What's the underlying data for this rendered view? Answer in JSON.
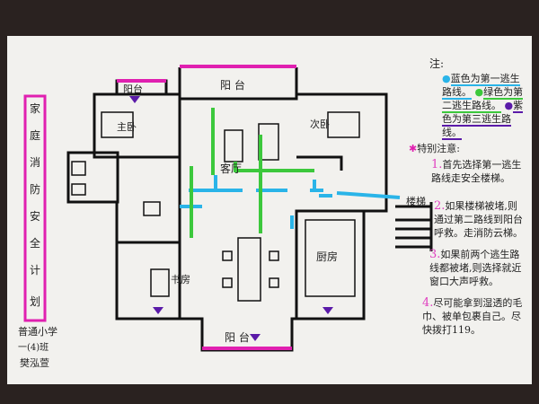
{
  "title_chars": [
    "家",
    "庭",
    "消",
    "防",
    "安",
    "全",
    "计",
    "划"
  ],
  "author": {
    "school": "普通小学",
    "class": "一(4)班",
    "name": "樊泓萱"
  },
  "rooms": {
    "balcony_top_left": "阳台",
    "balcony_top": "阳 台",
    "master_bedroom": "主卧",
    "second_bedroom": "次卧",
    "living_room": "客厅",
    "study": "书房",
    "kitchen": "厨房",
    "stairs": "楼梯",
    "balcony_bottom": "阳 台"
  },
  "legend": {
    "heading": "注:",
    "blue": "蓝色为第一逃生路线。",
    "green": "绿色为第二逃生路线。",
    "purple": "紫色为第三逃生路线。"
  },
  "notes": {
    "heading": "特别注意:",
    "items": [
      {
        "num": "1.",
        "text": "首先选择第一逃生路线走安全楼梯。"
      },
      {
        "num": "2.",
        "text": "如果楼梯被堵,则通过第二路线到阳台呼救。走消防云梯。"
      },
      {
        "num": "3.",
        "text": "如果前两个逃生路线都被堵,则选择就近窗口大声呼救。"
      },
      {
        "num": "4.",
        "text": "尽可能拿到湿透的毛巾、被单包裹自己。尽快拨打119。"
      }
    ]
  },
  "colors": {
    "blue": "#2ab4e8",
    "green": "#3cc83c",
    "purple": "#5a1aa8",
    "magenta": "#e020b0"
  }
}
